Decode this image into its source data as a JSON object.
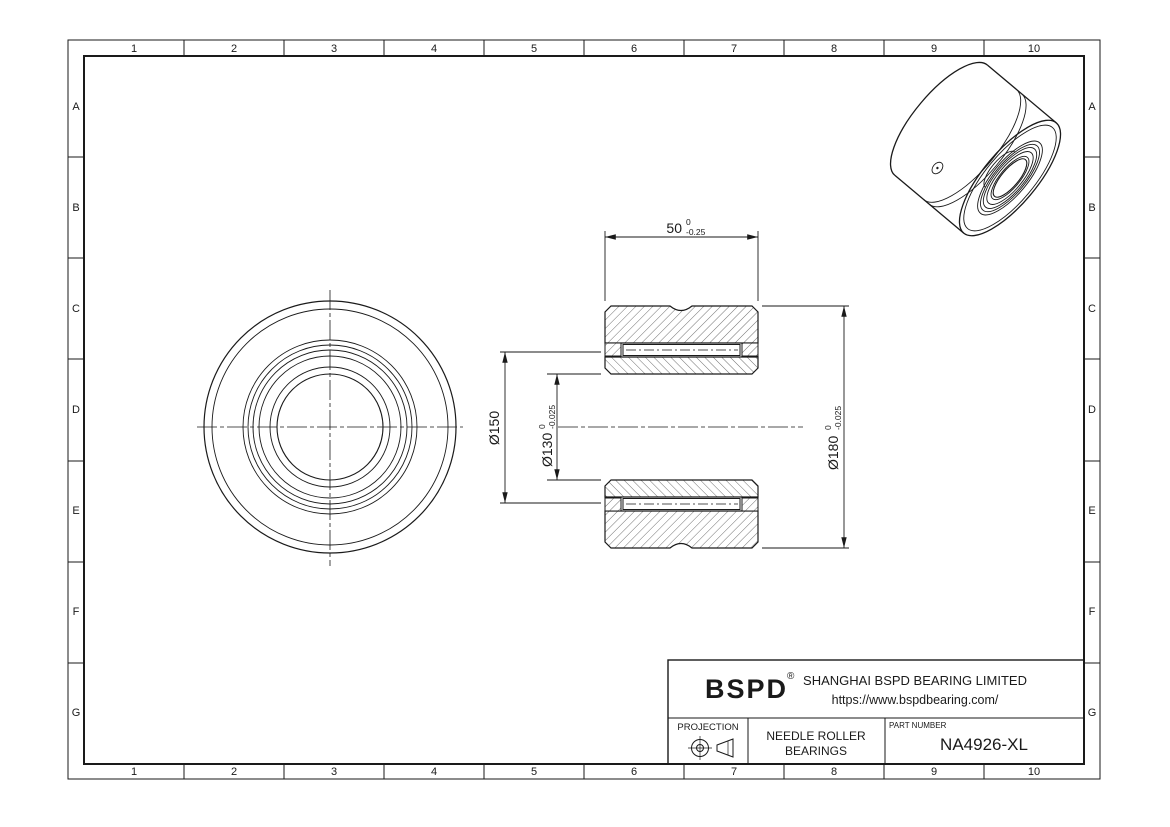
{
  "colors": {
    "ink": "#1a1a1a",
    "background": "#ffffff"
  },
  "frame": {
    "columns": [
      "1",
      "2",
      "3",
      "4",
      "5",
      "6",
      "7",
      "8",
      "9",
      "10"
    ],
    "rows": [
      "A",
      "B",
      "C",
      "D",
      "E",
      "F",
      "G"
    ]
  },
  "dimensions": {
    "width": {
      "nominal": "50",
      "tol_upper": "0",
      "tol_lower": "-0.25"
    },
    "pitch_diameter": {
      "nominal": "Ø150"
    },
    "bore_diameter": {
      "nominal": "Ø130",
      "tol_upper": "0",
      "tol_lower": "-0.025"
    },
    "outer_diameter": {
      "nominal": "Ø180",
      "tol_upper": "0",
      "tol_lower": "-0.025"
    }
  },
  "title_block": {
    "logo": "BSPD",
    "registered_mark": "®",
    "company": "SHANGHAI BSPD BEARING LIMITED",
    "website": "https://www.bspdbearing.com/",
    "projection_label": "PROJECTION",
    "product_line1": "NEEDLE ROLLER",
    "product_line2": "BEARINGS",
    "part_number_label": "PART NUMBER",
    "part_number": "NA4926-XL"
  }
}
